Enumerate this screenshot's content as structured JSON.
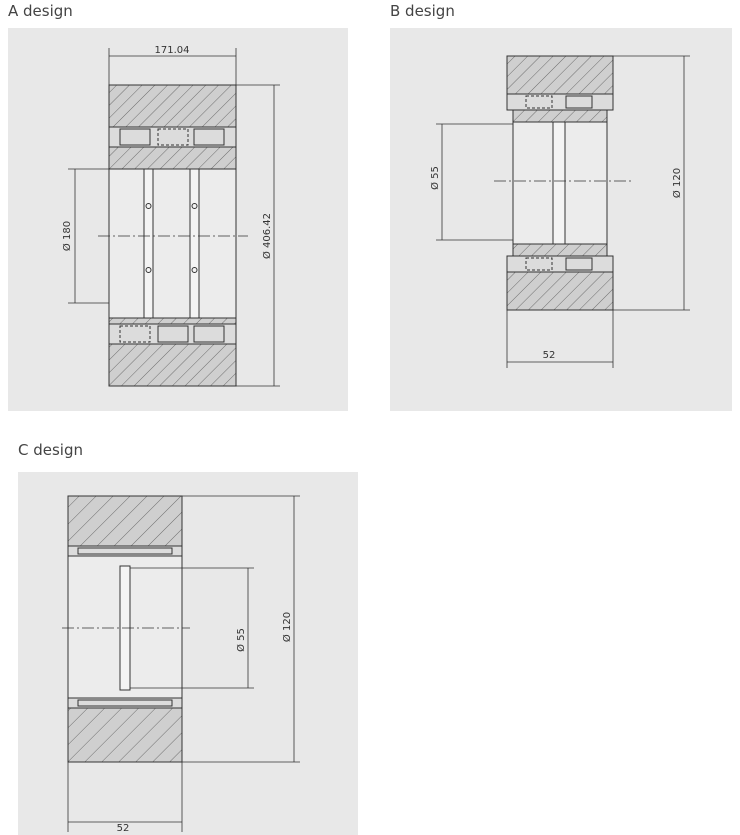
{
  "colors": {
    "panel_bg": "#e8e8e8",
    "hatch_fill": "#c8c8c8",
    "line": "#333333",
    "caption": "#444444"
  },
  "designs": [
    {
      "caption": "A design",
      "dimensions": {
        "width": "171.04",
        "inner_diameter": "Ø 180",
        "outer_diameter": "Ø 406.42"
      }
    },
    {
      "caption": "B design",
      "dimensions": {
        "inner_diameter": "Ø 55",
        "outer_diameter": "Ø 120",
        "width": "52"
      }
    },
    {
      "caption": "C design",
      "dimensions": {
        "inner_diameter": "Ø 55",
        "outer_diameter": "Ø 120",
        "width": "52"
      }
    }
  ]
}
